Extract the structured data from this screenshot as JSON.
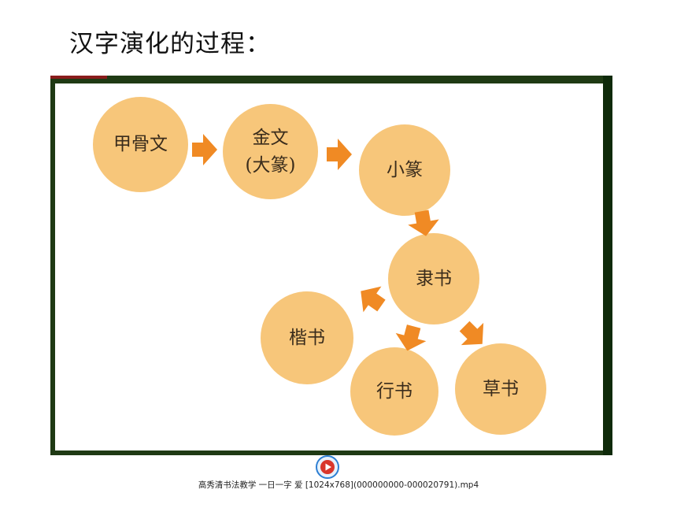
{
  "title": "汉字演化的过程：",
  "nodes": {
    "jiaguwen": "甲骨文",
    "jinwen": "金文",
    "dazhuan": "(大篆)",
    "xiaozhuan": "小篆",
    "lishu": "隶书",
    "kaishu": "楷书",
    "xingshu": "行书",
    "caoshu": "草书"
  },
  "colors": {
    "node_fill": "#f7c67a",
    "arrow": "#f08a24",
    "frame": "#1f3a14"
  },
  "video": {
    "icon": "play-icon",
    "caption": "高秀清书法教学 一日一字 爱 [1024x768](000000000-000020791).mp4"
  }
}
